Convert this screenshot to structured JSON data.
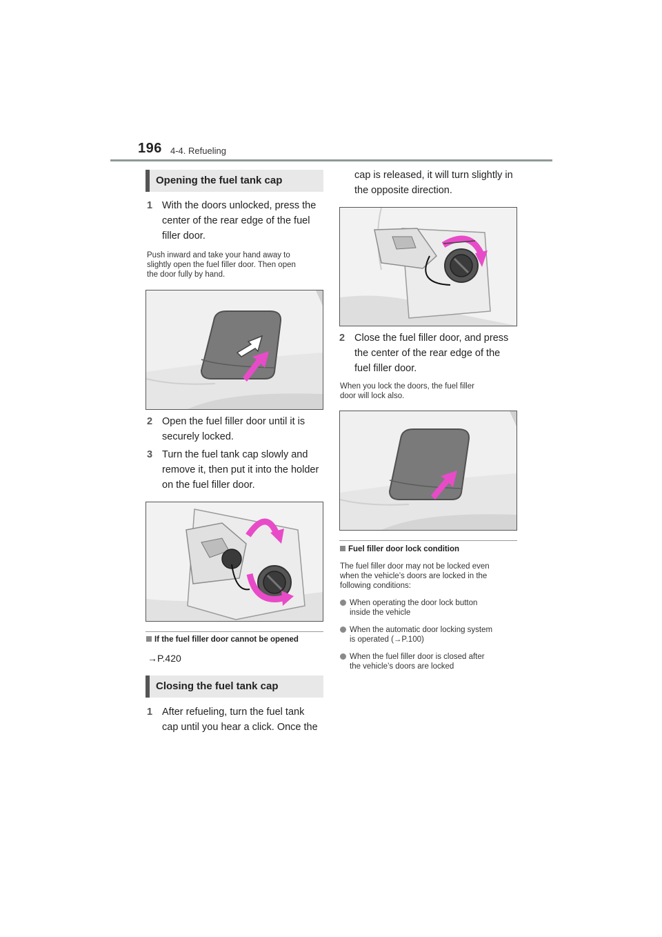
{
  "header": {
    "page_number": "196",
    "section": "4-4. Refueling"
  },
  "opening": {
    "heading": "Opening the fuel tank cap",
    "step1_num": "1",
    "step1_line1": "With the doors unlocked, press the",
    "step1_line2": "center of the rear edge of the fuel",
    "step1_line3": "filler door.",
    "note_line1": "Push inward and take your hand away to",
    "note_line2": "slightly open the fuel filler door. Then open",
    "note_line3": "the door fully by hand.",
    "step2_num": "2",
    "step2_line1": "Open the fuel filler door until it is",
    "step2_line2": "securely locked.",
    "step3_num": "3",
    "step3_line1": "Turn the fuel tank cap slowly and",
    "step3_line2": "remove it, then put it into the holder",
    "step3_line3": "on the fuel filler door."
  },
  "cannot_open": {
    "title": "If the fuel filler door cannot be opened",
    "ref": "→P.420"
  },
  "closing": {
    "heading": "Closing the fuel tank cap",
    "step1_num": "1",
    "step1_line1": "After refueling, turn the fuel tank",
    "step1_line2": "cap until you hear a click. Once the",
    "step1_line3": "cap is released, it will turn slightly in",
    "step1_line4": "the opposite direction.",
    "step2_num": "2",
    "step2_line1": "Close the fuel filler door, and press",
    "step2_line2": "the center of the rear edge of the",
    "step2_line3": "fuel filler door.",
    "note_line1": "When you lock the doors, the fuel filler",
    "note_line2": "door will lock also."
  },
  "lock_condition": {
    "title": "Fuel filler door lock condition",
    "intro_line1": "The fuel filler door may not be locked even",
    "intro_line2": "when the vehicle’s doors are locked in the",
    "intro_line3": "following conditions:",
    "b1_line1": "When operating the door lock button",
    "b1_line2": "inside the vehicle",
    "b2_line1": "When the automatic door locking system",
    "b2_line2": "is operated (→P.100)",
    "b3_line1": "When the fuel filler door is closed after",
    "b3_line2": "the vehicle’s doors are locked"
  },
  "colors": {
    "accent_arrow": "#e84bc8",
    "heading_bar": "#555555",
    "heading_bg": "#e8e8e8"
  }
}
